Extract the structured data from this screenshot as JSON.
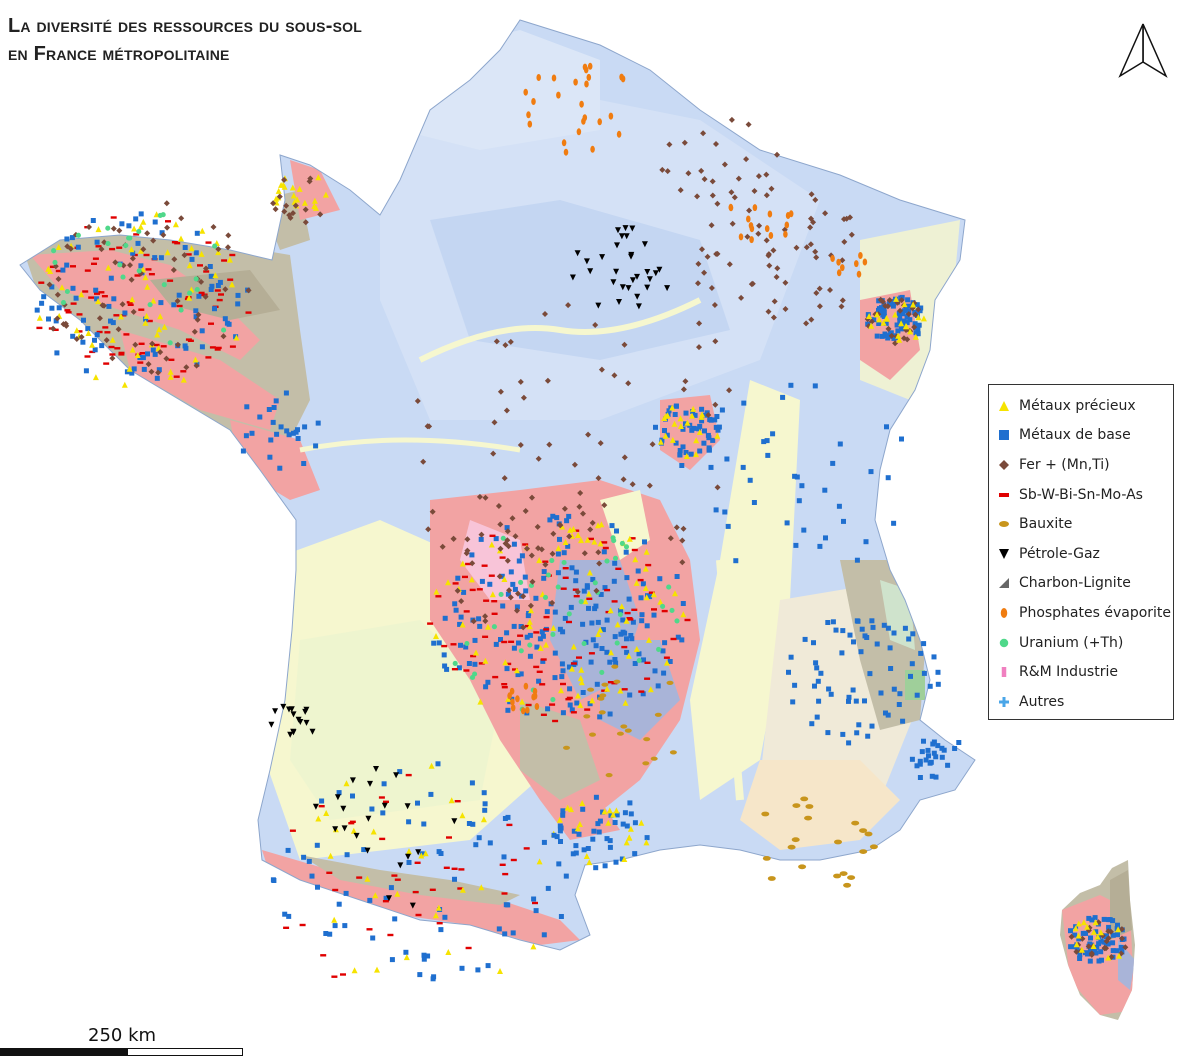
{
  "title": {
    "line1": "La diversité des ressources du sous-sol",
    "line2": "en France métropolitaine"
  },
  "colors": {
    "sedimentary_blue": "#c9daf4",
    "sedimentary_lightblue": "#dfe9f8",
    "tertiary_yellow": "#f6f7cf",
    "granite_pink": "#f2a3a3",
    "schist_grey": "#c3bea8",
    "volcanic_purple": "#a9b4d8",
    "metaux_precieux": "#f6e300",
    "metaux_de_base": "#1f6fcf",
    "fer": "#7a4a3a",
    "sb_w": "#e00000",
    "bauxite": "#c8951c",
    "petrole_gaz": "#000000",
    "charbon": "#666666",
    "phosphates": "#f07c10",
    "uranium": "#4fd88a",
    "industrie": "#f080c0",
    "autres": "#4aa6e8"
  },
  "legend": {
    "items": [
      {
        "label": "Métaux précieux",
        "symbol": "triangle-up",
        "color": "#f6e300"
      },
      {
        "label": "Métaux de base",
        "symbol": "square",
        "color": "#1f6fcf"
      },
      {
        "label": "Fer + (Mn,Ti)",
        "symbol": "diamond",
        "color": "#7a4a3a"
      },
      {
        "label": "Sb-W-Bi-Sn-Mo-As",
        "symbol": "bar",
        "color": "#e00000"
      },
      {
        "label": "Bauxite",
        "symbol": "ellipse-h",
        "color": "#c8951c"
      },
      {
        "label": "Pétrole-Gaz",
        "symbol": "triangle-down",
        "color": "#000000"
      },
      {
        "label": "Charbon-Lignite",
        "symbol": "triangle-corner",
        "color": "#666666"
      },
      {
        "label": "Phosphates évaporite",
        "symbol": "ellipse-v",
        "color": "#f07c10"
      },
      {
        "label": "Uranium (+Th)",
        "symbol": "circle",
        "color": "#4fd88a"
      },
      {
        "label": "R&M Industrie",
        "symbol": "rect-v",
        "color": "#f080c0"
      },
      {
        "label": "Autres",
        "symbol": "plus",
        "color": "#4aa6e8"
      }
    ]
  },
  "scale": {
    "label": "250 km"
  },
  "north_arrow": {
    "icon": "north-arrow-icon"
  }
}
